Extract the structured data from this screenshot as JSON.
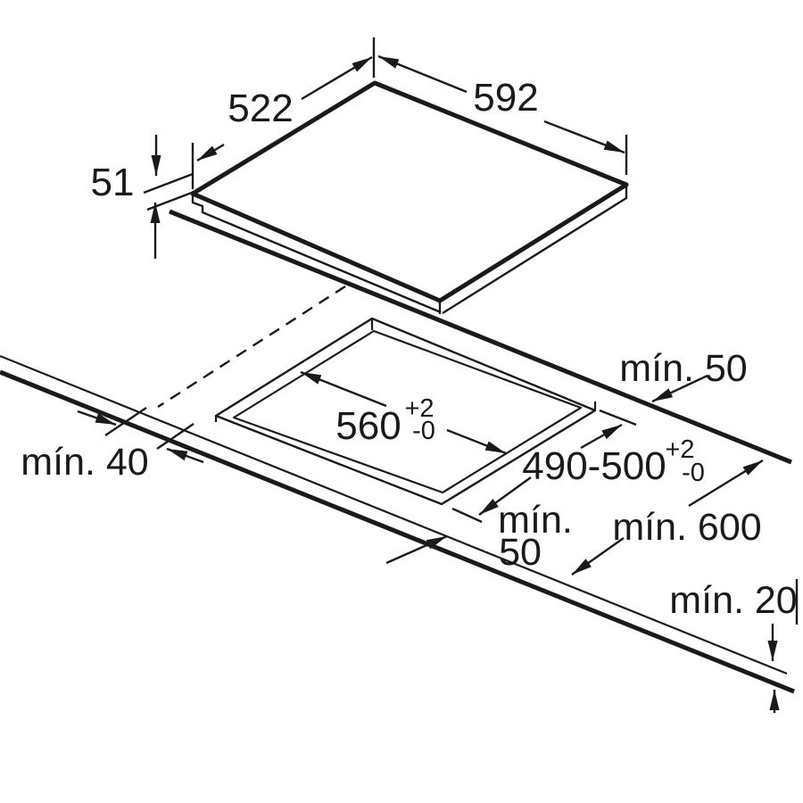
{
  "diagram": {
    "type": "hob-installation-dimension-drawing",
    "background": "#ffffff",
    "line_color": "#1a1a1a",
    "appliance": {
      "width": "592",
      "depth": "522",
      "height": "51"
    },
    "cutout": {
      "width": "560",
      "depth": "490-500",
      "tolerance_plus": "+2",
      "tolerance_minus": "-0"
    },
    "clearances": {
      "rear": "mín. 50",
      "front_edge": "mín. 40",
      "front_line1": "mín.",
      "front_line2": "50",
      "worktop_depth": "mín. 600",
      "below": "mín. 20"
    }
  }
}
